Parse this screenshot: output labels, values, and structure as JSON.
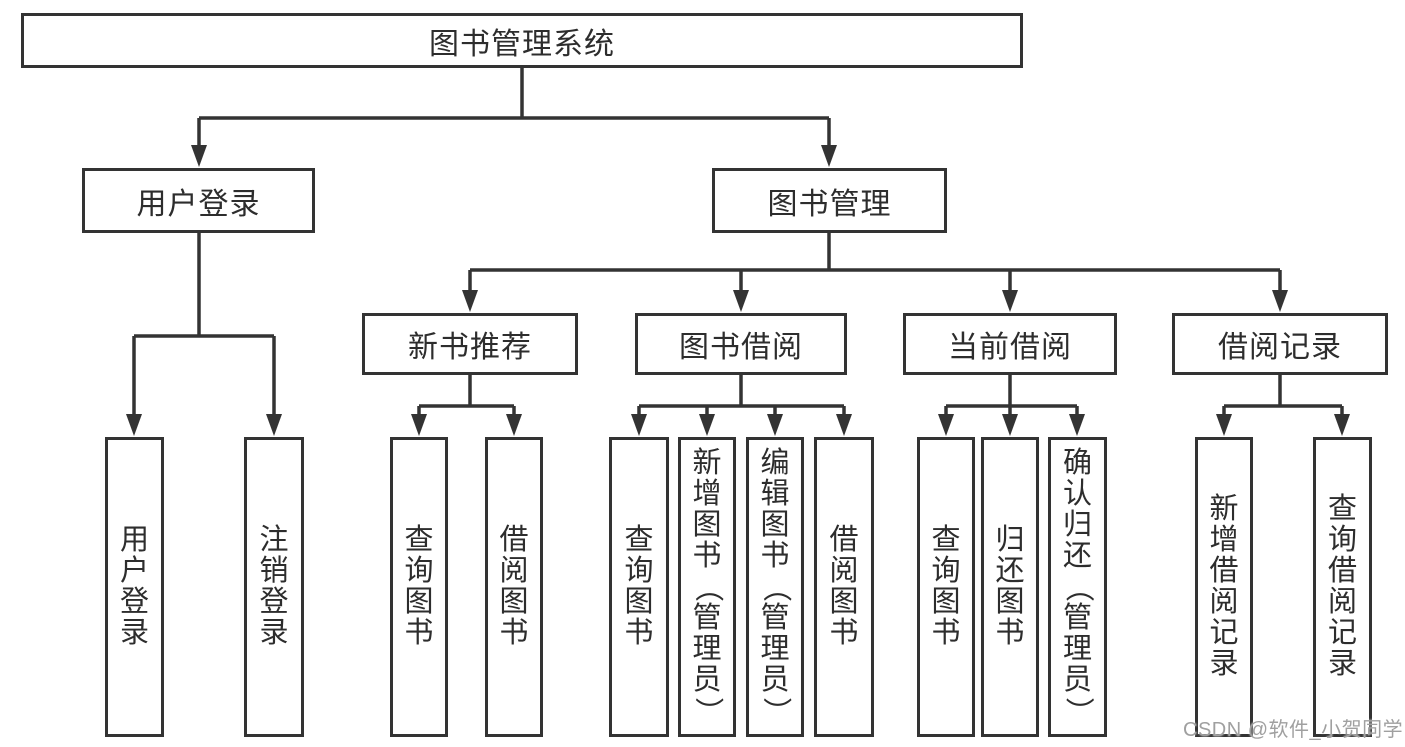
{
  "diagram": {
    "root": {
      "label": "图书管理系统"
    },
    "children": [
      {
        "label": "用户登录",
        "children": [
          {
            "label": "用户登录"
          },
          {
            "label": "注销登录"
          }
        ]
      },
      {
        "label": "图书管理",
        "children": [
          {
            "label": "新书推荐",
            "children": [
              {
                "label": "查询图书"
              },
              {
                "label": "借阅图书"
              }
            ]
          },
          {
            "label": "图书借阅",
            "children": [
              {
                "label": "查询图书"
              },
              {
                "label": "新增图书（管理员）"
              },
              {
                "label": "编辑图书（管理员）"
              },
              {
                "label": "借阅图书"
              }
            ]
          },
          {
            "label": "当前借阅",
            "children": [
              {
                "label": "查询图书"
              },
              {
                "label": "归还图书"
              },
              {
                "label": "确认归还（管理员）"
              }
            ]
          },
          {
            "label": "借阅记录",
            "children": [
              {
                "label": "新增借阅记录"
              },
              {
                "label": "查询借阅记录"
              }
            ]
          }
        ]
      }
    ]
  },
  "watermark": {
    "text": "CSDN @软件_小贺同学"
  },
  "colors": {
    "line": "#333333",
    "text": "#2d2d2d",
    "background": "#ffffff",
    "watermark": "#a0a0a0"
  }
}
